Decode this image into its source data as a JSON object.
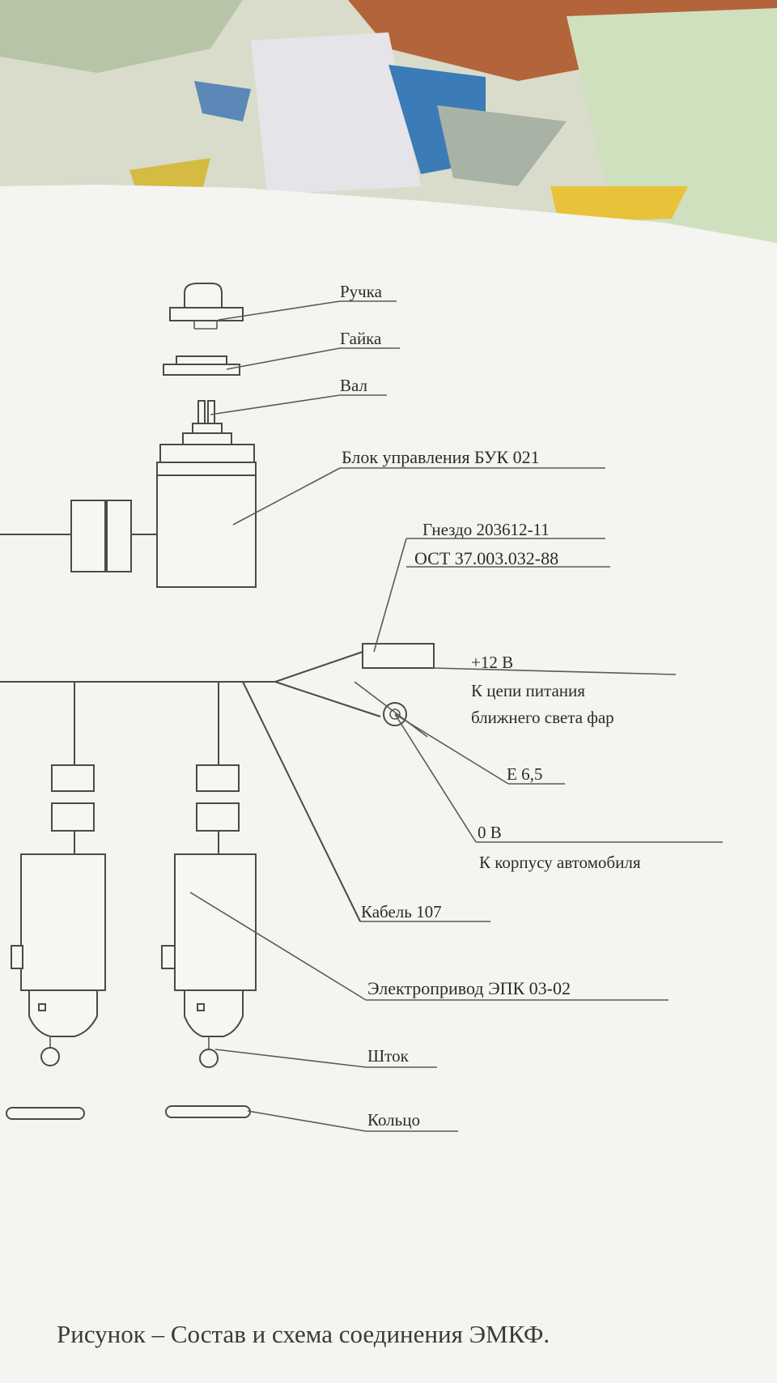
{
  "diagram": {
    "labels": {
      "handle": "Ручка",
      "nut": "Гайка",
      "shaft": "Вал",
      "control_unit": "Блок управления БУК 021",
      "socket_line1": "Гнездо 203612-11",
      "socket_line2": "ОСТ 37.003.032-88",
      "plus12": "+12 В",
      "headlight_line1": "К цепи питания",
      "headlight_line2": "ближнего света фар",
      "lamp": "Е 6,5",
      "zero_v": "0 В",
      "car_body": "К корпусу автомобиля",
      "cable": "Кабель 107",
      "actuator": "Электропривод ЭПК 03-02",
      "rod": "Шток",
      "ring": "Кольцо"
    },
    "caption": "Рисунок – Состав и схема соединения ЭМКФ."
  }
}
